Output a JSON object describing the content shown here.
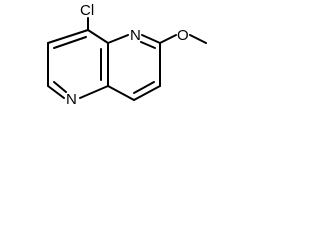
{
  "molecule": {
    "atoms": {
      "cl": "Cl",
      "n_top": "N",
      "n_bottom": "N",
      "o": "O"
    }
  }
}
